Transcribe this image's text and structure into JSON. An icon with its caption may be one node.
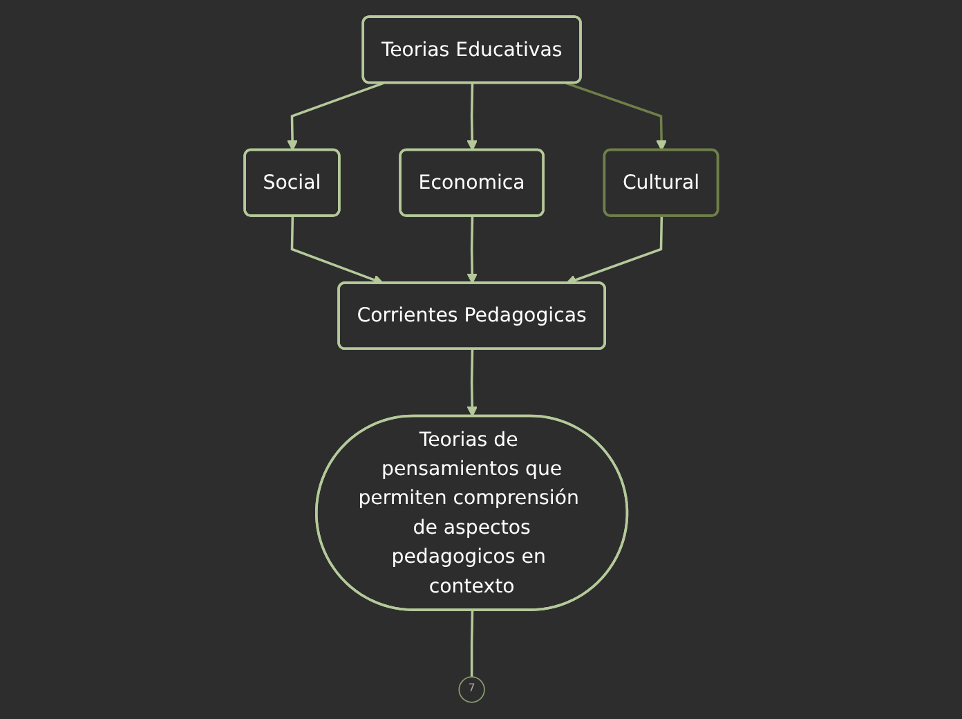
{
  "diagram": {
    "nodes": [
      {
        "text": [
          "Teorias Educativas"
        ]
      },
      {
        "text": [
          "Social"
        ]
      },
      {
        "text": [
          "Economica"
        ]
      },
      {
        "text": [
          "Cultural"
        ]
      },
      {
        "text": [
          "Corrientes Pedagogicas"
        ]
      },
      {
        "text": [
          "Teorias de pensamientos que permiten comprensión de aspectos pedagogicos en contexto"
        ]
      },
      {
        "text": [
          "7"
        ]
      }
    ],
    "edges": [
      {
        "from": 0,
        "to": 1,
        "arrow": "to"
      },
      {
        "from": 0,
        "to": 2,
        "arrow": "to"
      },
      {
        "from": 0,
        "to": 3,
        "arrow": "to",
        "color": "#6f7f4a"
      },
      {
        "from": 1,
        "to": 4,
        "arrow": "to"
      },
      {
        "from": 2,
        "to": 4,
        "arrow": "to"
      },
      {
        "from": 3,
        "to": 4,
        "arrow": "to"
      },
      {
        "from": 4,
        "to": 5,
        "arrow": "to"
      },
      {
        "from": 5,
        "to": 6,
        "arrow": "none"
      }
    ]
  }
}
